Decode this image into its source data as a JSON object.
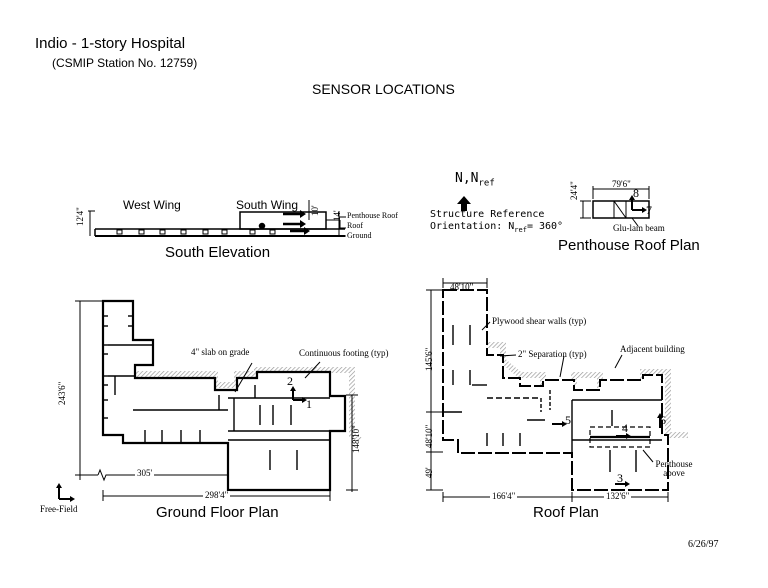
{
  "header": {
    "title": "Indio - 1-story Hospital",
    "station": "(CSMIP Station No. 12759)",
    "subtitle": "SENSOR LOCATIONS"
  },
  "south_elevation": {
    "label_west": "West Wing",
    "label_south": "South Wing",
    "caption": "South Elevation",
    "dim_height": "12'4\"",
    "dim_penthouse": "10'",
    "dim_roof": "14'",
    "level_penthouse": "Penthouse Roof",
    "level_roof": "Roof",
    "level_ground": "Ground"
  },
  "orientation": {
    "north_label": "N,N",
    "north_sub": "ref",
    "line1": "Structure Reference",
    "line2_prefix": "Orientation: N",
    "line2_sub": "ref",
    "line2_suffix": "= 360°"
  },
  "penthouse_plan": {
    "caption": "Penthouse Roof Plan",
    "dim_width": "79'6\"",
    "dim_depth": "24'4\"",
    "beam_label": "Glu-lam beam",
    "sensor_7": "7",
    "sensor_8": "8"
  },
  "ground_plan": {
    "caption": "Ground Floor Plan",
    "dim_height": "243'6\"",
    "dim_305": "305'",
    "dim_width": "298'4\"",
    "dim_right": "148'10\"",
    "note_slab": "4\" slab on grade",
    "note_footing": "Continuous footing (typ)",
    "sensor_1": "1",
    "sensor_2": "2",
    "free_field": "Free-Field"
  },
  "roof_plan": {
    "caption": "Roof Plan",
    "dim_top": "48'10\"",
    "dim_upper": "145'6\"",
    "dim_mid": "48'10\"",
    "dim_low": "49'",
    "dim_left": "166'4\"",
    "dim_right": "132'6\"",
    "note_plywood": "Plywood shear walls (typ)",
    "note_separation": "2\" Separation (typ)",
    "note_adjacent": "Adjacent building",
    "note_penthouse": "Penthouse above",
    "sensor_3": "3",
    "sensor_4": "4",
    "sensor_5": "5",
    "sensor_6": "6"
  },
  "footer": {
    "date": "6/26/97"
  }
}
